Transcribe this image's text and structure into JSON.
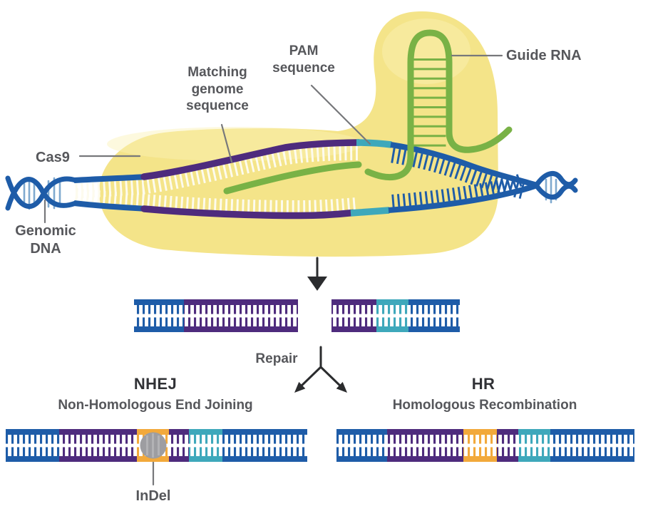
{
  "diagram": {
    "labels": {
      "cas9": "Cas9",
      "genomic_dna": "Genomic DNA",
      "matching_genome_sequence": "Matching genome sequence",
      "pam_sequence": "PAM sequence",
      "guide_rna": "Guide RNA",
      "repair": "Repair",
      "indel": "InDel"
    },
    "pathways": {
      "nhej": {
        "abbr": "NHEJ",
        "name": "Non-Homologous End Joining"
      },
      "hr": {
        "abbr": "HR",
        "name": "Homologous Recombination"
      }
    },
    "colors": {
      "cas9_body": "#F4E489",
      "cas9_highlight": "#FAF2B6",
      "dna_blue": "#1E5CA8",
      "matching_purple": "#4E2B7D",
      "pam_teal": "#3EA8BB",
      "guide_green": "#79B246",
      "insert_orange": "#F2A93B",
      "indel_gray": "#9D9DA1",
      "helix_rung_blue": "#7FA9CF",
      "pointer_gray": "#77787B",
      "arrow_dark": "#2B2C2E",
      "label_gray": "#56575B",
      "heading_dark": "#313236"
    }
  }
}
